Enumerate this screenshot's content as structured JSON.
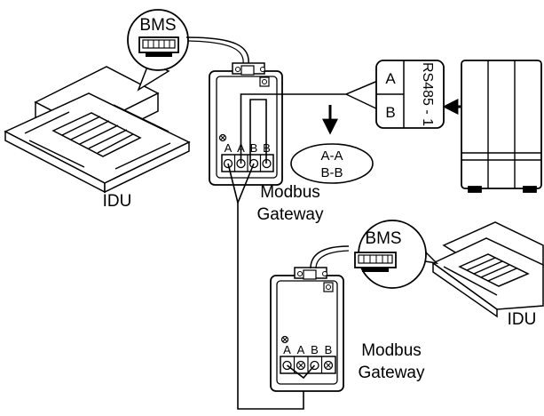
{
  "labels": {
    "bms_top": "BMS",
    "bms_bottom": "BMS",
    "idu_left": "IDU",
    "idu_right": "IDU",
    "gateway_top_line1": "Modbus",
    "gateway_top_line2": "Gateway",
    "gateway_bottom_line1": "Modbus",
    "gateway_bottom_line2": "Gateway",
    "rs485_a": "A",
    "rs485_b": "B",
    "rs485_port": "RS485 - 1",
    "mapping_line1": "A-A",
    "mapping_line2": "B-B"
  },
  "terminals_top": [
    "A",
    "A",
    "B",
    "B"
  ],
  "terminals_bottom": [
    "A",
    "A",
    "B",
    "B"
  ],
  "colors": {
    "line": "#000000",
    "background": "#ffffff",
    "unit_fill": "#ffffff"
  }
}
